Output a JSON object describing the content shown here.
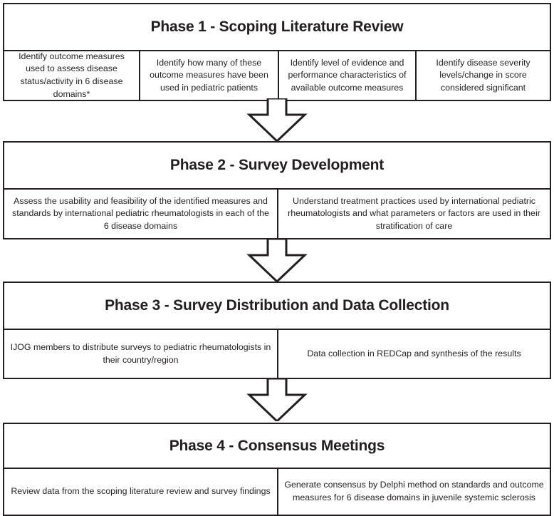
{
  "diagram": {
    "title": "Four-phase study design flowchart",
    "accent_color": "#231f20",
    "background_color": "#ffffff",
    "connector_icon": "down-block-arrow-icon"
  },
  "phases": [
    {
      "id": "phase-1",
      "title": "Phase 1 - Scoping Literature Review",
      "items": [
        "Identify outcome measures used to assess disease status/activity in 6 disease domains*",
        "Identify how many of these outcome measures have been used in pediatric patients",
        "Identify level of evidence and performance characteristics of available outcome measures",
        "Identify disease severity levels/change in score considered significant"
      ]
    },
    {
      "id": "phase-2",
      "title": "Phase 2 - Survey Development",
      "items": [
        "Assess the usability and feasibility of the identified measures and standards by international pediatric rheumatologists in each of the 6 disease domains",
        "Understand treatment practices used by international pediatric rheumatologists and what parameters or factors are used in their stratification of care"
      ]
    },
    {
      "id": "phase-3",
      "title": "Phase 3 - Survey Distribution and Data Collection",
      "items": [
        "IJOG members to distribute surveys to pediatric rheumatologists in their country/region",
        "Data collection in REDCap and synthesis of the results"
      ]
    },
    {
      "id": "phase-4",
      "title": "Phase 4 - Consensus Meetings",
      "items": [
        "Review data from the scoping literature review and survey findings",
        "Generate consensus by Delphi method on standards and outcome measures for 6 disease domains in juvenile systemic sclerosis"
      ]
    }
  ]
}
